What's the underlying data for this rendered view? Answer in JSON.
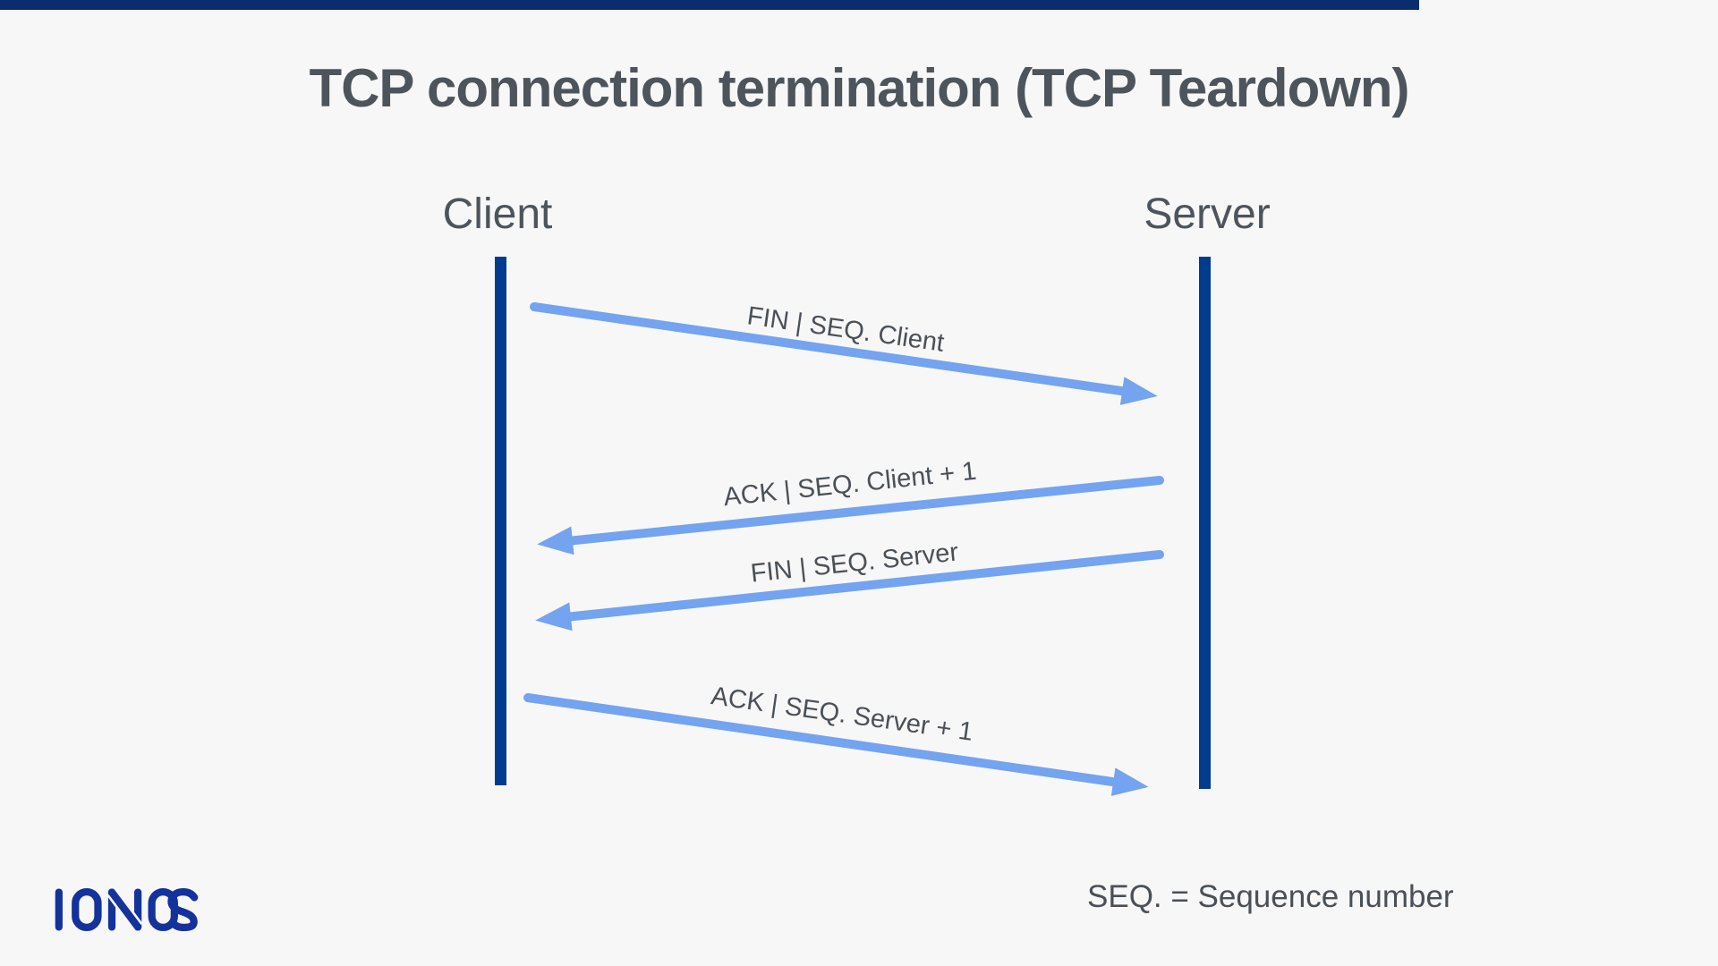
{
  "page": {
    "background_color": "#f7f7f7",
    "top_bar_color": "#0a2e6d"
  },
  "title": "TCP connection termination (TCP Teardown)",
  "actors": {
    "client": "Client",
    "server": "Server"
  },
  "diagram": {
    "type": "sequence-diagram",
    "lifeline_color": "#003c8e",
    "arrow_color": "#74a3ef",
    "label_color": "#4a5057",
    "messages": [
      {
        "label": "FIN | SEQ. Client",
        "from": "client",
        "to": "server"
      },
      {
        "label": "ACK | SEQ. Client + 1",
        "from": "server",
        "to": "client"
      },
      {
        "label": "FIN | SEQ. Server",
        "from": "server",
        "to": "client"
      },
      {
        "label": "ACK | SEQ. Server + 1",
        "from": "client",
        "to": "server"
      }
    ]
  },
  "footer": {
    "logo_text": "IONOS",
    "logo_color": "#14329c",
    "note": "SEQ. = Sequence number"
  }
}
